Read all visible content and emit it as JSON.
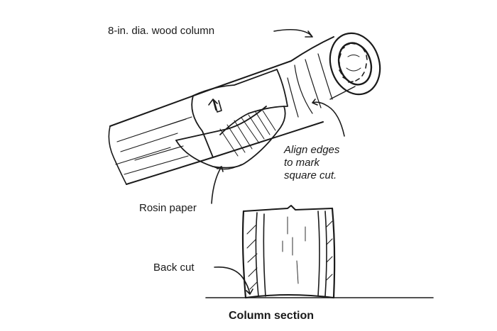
{
  "labels": {
    "column": "8-in. dia. wood column",
    "align_line1": "Align edges",
    "align_line2": "to mark",
    "align_line3": "square cut.",
    "rosin": "Rosin paper",
    "back_cut": "Back cut",
    "section": "Column section"
  },
  "colors": {
    "ink": "#1a1a1a",
    "paper": "#ffffff"
  }
}
